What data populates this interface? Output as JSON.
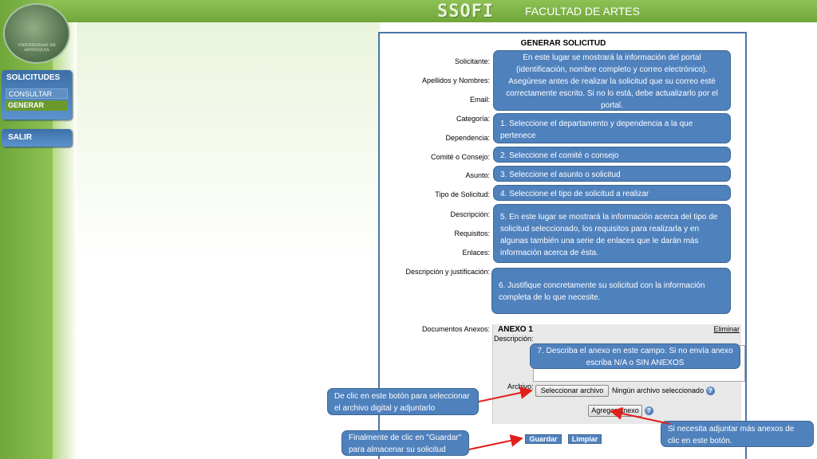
{
  "header": {
    "app_title": "SSOFI",
    "faculty": "FACULTAD DE ARTES",
    "logo_text": "UNIVERSIDAD DE ANTIOQUIA"
  },
  "menu": {
    "section": "SOLICITUDES",
    "items": [
      "CONSULTAR",
      "GENERAR"
    ],
    "salir": "SALIR"
  },
  "form": {
    "title": "GENERAR SOLICITUD",
    "labels": {
      "solicitante": "Solicitante:",
      "apellidos": "Apellidos y Nombres:",
      "email": "Email:",
      "categoria": "Categoría:",
      "dependencia": "Dependencia:",
      "comite": "Comité o Consejo:",
      "asunto": "Asunto:",
      "tipo": "Tipo de Solicitud:",
      "descripcion": "Descripción:",
      "requisitos": "Requisitos:",
      "enlaces": "Enlaces:",
      "justificacion": "Descripción y justificación:",
      "documentos": "Documentos Anexos:"
    },
    "anexo": {
      "title": "ANEXO 1",
      "delete": "Eliminar",
      "desc_label": "Descripción:",
      "archivo_label": "Archivo:",
      "file_button": "Seleccionar archivo",
      "file_status": "Ningún archivo seleccionado",
      "add_button": "Agregar Anexo"
    },
    "buttons": {
      "save": "Guardar",
      "clear": "Limpiar"
    }
  },
  "callouts": {
    "portal": "En este lugar se mostrará la información del portal (identificación, nombre completo y correo electrónico). Asegúrese antes de realizar la solicitud que su correo esté correctamente escrito.  Si no lo está, debe actualizarlo por el portal.",
    "step1": "1. Seleccione el departamento y dependencia a la que pertenece",
    "step2": "2. Seleccione el  comité o consejo",
    "step3": "3. Seleccione el asunto o solicitud",
    "step4": "4. Seleccione el tipo de solicitud a realizar",
    "step5": "5. En este lugar se mostrará la información acerca del tipo de solicitud seleccionado, los requisitos para realizarla y en algunas también una serie de enlaces que le darán más información acerca de ésta.",
    "step6": "6.  Justifique concretamente su solicitud con la información completa de lo que necesite.",
    "step7": "7. Describa el anexo en este campo.  Si no envía anexo escriba N/A o SIN ANEXOS",
    "file_hint": "De clic en este botón para seleccionar el archivo digital y adjuntarlo",
    "save_hint": "Finalmente de clic en \"Guardar\" para almacenar su solicitud",
    "add_hint": "Si necesita adjuntar más anexos de clic en este botón."
  },
  "colors": {
    "header_green": "#6fa63a",
    "menu_blue": "#4a86c4",
    "callout_blue": "#4f81bd",
    "arrow_red": "#e0201b"
  },
  "icons": {
    "help": "question-circle-icon",
    "logo": "university-seal-logo"
  }
}
